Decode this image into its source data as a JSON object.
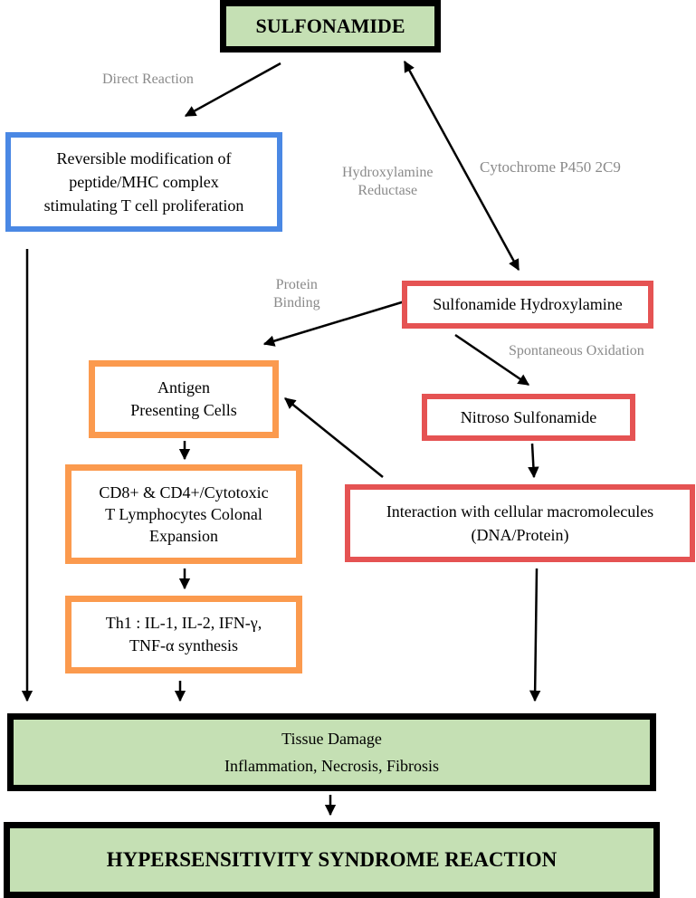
{
  "nodes": {
    "sulfonamide": "SULFONAMIDE",
    "reversible": [
      "Reversible modification of",
      "peptide/MHC complex",
      "stimulating T cell proliferation"
    ],
    "hydroxylamine": "Sulfonamide Hydroxylamine",
    "apc": [
      "Antigen",
      "Presenting Cells"
    ],
    "nitroso": "Nitroso Sulfonamide",
    "cd8": [
      "CD8+ & CD4+/Cytotoxic",
      "T Lymphocytes Colonal",
      "Expansion"
    ],
    "interaction": [
      "Interaction with cellular macromolecules",
      "(DNA/Protein)"
    ],
    "th1": [
      "Th1 : IL-1, IL-2, IFN-γ,",
      "TNF-α synthesis"
    ],
    "tissue": [
      "Tissue Damage",
      "Inflammation, Necrosis, Fibrosis"
    ],
    "hypersensitivity": "HYPERSENSITIVITY SYNDROME REACTION"
  },
  "edge_labels": {
    "direct_reaction": "Direct Reaction",
    "hydroxylamine_reductase": [
      "Hydroxylamine",
      "Reductase"
    ],
    "cytochrome": "Cytochrome P450 2C9",
    "protein_binding": [
      "Protein",
      "Binding"
    ],
    "spontaneous_oxidation": "Spontaneous Oxidation"
  },
  "colors": {
    "terminal_fill": "#c5e0b4",
    "terminal_border": "#000000",
    "immune_border": "#4a88e4",
    "metabolite_border": "#e55353",
    "cell_border": "#fb9a4e",
    "edge_label_text": "#8a8a8a"
  }
}
